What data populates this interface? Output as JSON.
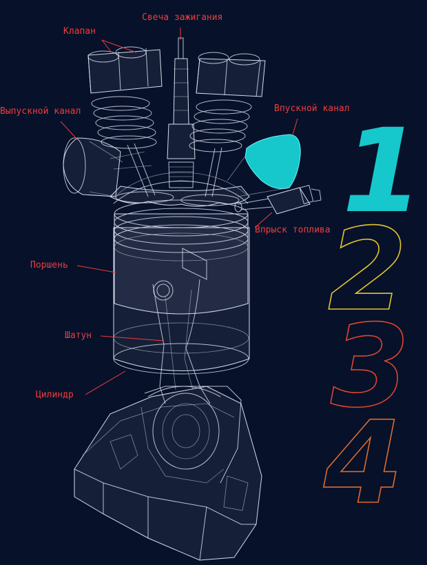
{
  "labels": {
    "spark_plug": "Свеча зажигания",
    "valve": "Клапан",
    "exhaust_port": "Выпускной канал",
    "intake_port": "Впускной канал",
    "fuel_injection": "Впрыск топлива",
    "piston": "Поршень",
    "connecting_rod": "Шатун",
    "cylinder": "Цилиндр"
  },
  "strokes": {
    "numbers": [
      "1",
      "2",
      "3",
      "4"
    ],
    "active": "1"
  },
  "colors": {
    "background": "#07112a",
    "label": "#f03c3c",
    "wireframe": "#d7dceb",
    "active_cyan": "#16c8cc",
    "stroke_2_yellow": "#e8c52a",
    "stroke_3_red": "#e0452c",
    "stroke_4_orange": "#e06a2c"
  }
}
